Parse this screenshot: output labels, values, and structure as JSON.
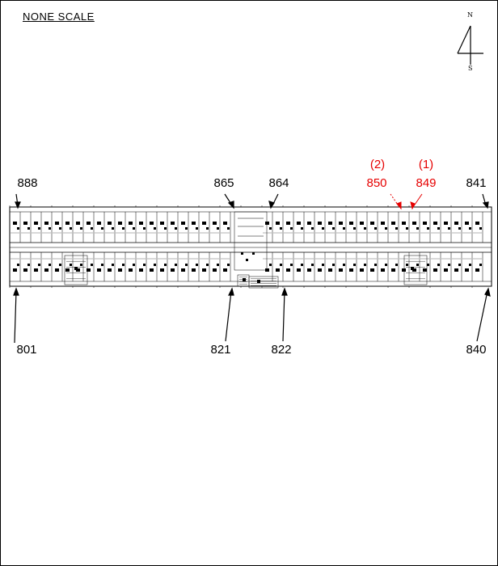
{
  "scale_label": "NONE SCALE",
  "north_arrow": {
    "icon": "north-arrow-icon",
    "north": "N",
    "south": "S"
  },
  "highlight_color": "#e60000",
  "labels_top": [
    {
      "id": "888",
      "text": "888"
    },
    {
      "id": "865",
      "text": "865"
    },
    {
      "id": "864",
      "text": "864"
    },
    {
      "id": "841",
      "text": "841"
    }
  ],
  "labels_highlight": [
    {
      "id": "850",
      "mark": "(2)",
      "text": "850"
    },
    {
      "id": "849",
      "mark": "(1)",
      "text": "849"
    }
  ],
  "labels_bottom": [
    {
      "id": "801",
      "text": "801"
    },
    {
      "id": "821",
      "text": "821"
    },
    {
      "id": "822",
      "text": "822"
    },
    {
      "id": "840",
      "text": "840"
    }
  ]
}
